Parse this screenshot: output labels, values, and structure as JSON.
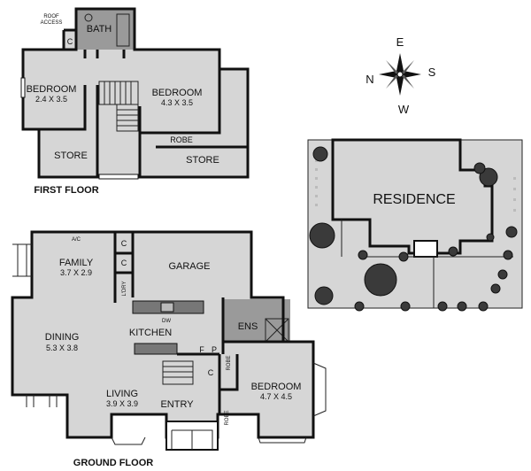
{
  "first_floor": {
    "caption": "FIRST FLOOR",
    "roof_access": [
      "ROOF",
      "ACCESS"
    ],
    "bath": "BATH",
    "c": "C",
    "bedroom_left": {
      "name": "BEDROOM",
      "size": "2.4 X 3.5"
    },
    "bedroom_right": {
      "name": "BEDROOM",
      "size": "4.3 X 3.5"
    },
    "robe": "ROBE",
    "store_left": "STORE",
    "store_right": "STORE"
  },
  "compass": {
    "e": "E",
    "n": "N",
    "s": "S",
    "w": "W"
  },
  "site": {
    "residence": "RESIDENCE"
  },
  "ground_floor": {
    "caption": "GROUND FLOOR",
    "ac": "A/C",
    "family": {
      "name": "FAMILY",
      "size": "3.7 X 2.9"
    },
    "c1": "C",
    "c2": "C",
    "c3": "C",
    "ldry": "L'DRY",
    "garage": "GARAGE",
    "dw": "DW",
    "dining": {
      "name": "DINING",
      "size": "5.3 X 3.8"
    },
    "kitchen": "KITCHEN",
    "ens": "ENS",
    "f": "F",
    "p": "P",
    "robe1": "ROBE",
    "robe2": "ROBE",
    "living": {
      "name": "LIVING",
      "size": "3.9 X 3.9"
    },
    "entry": "ENTRY",
    "bedroom": {
      "name": "BEDROOM",
      "size": "4.7 X 4.5"
    }
  }
}
